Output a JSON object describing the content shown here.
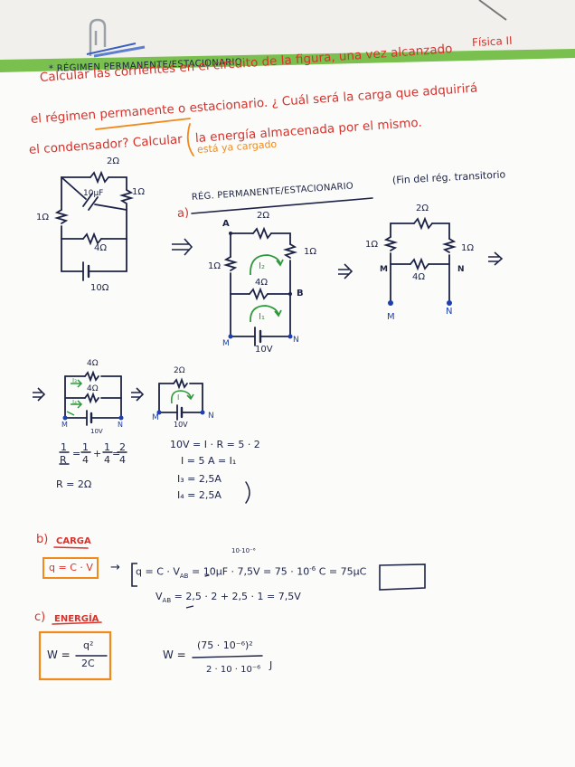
{
  "header": {
    "title": "* RÉGIMEN PERMANENTE/ESTACIONARIO",
    "subject": "Física II"
  },
  "statement": {
    "line1": "Calcular las corrientes en el circuito de la figura, una vez alcanzado",
    "line2_a": "el régimen",
    "line2_b": "permanente o estacionario",
    "line2_c": ". ¿ Cuál será la carga que adquirirá",
    "line3_a": "el condensador? Calcular",
    "line3_b": "la energía almacenada por el mismo.",
    "line4": "está ya cargado"
  },
  "original_circuit": {
    "top": "2Ω",
    "cap": "10μF",
    "right": "1Ω",
    "left": "1Ω",
    "middle": "4Ω",
    "source": "10Ω"
  },
  "part_a": {
    "label": "a)",
    "title": "RÉG. PERMANENTE/ESTACIONARIO",
    "note": "(Fin del rég. transitorio",
    "c2": {
      "top": "2Ω",
      "right": "1Ω",
      "left": "1Ω",
      "mid": "4Ω",
      "i2": "I₂",
      "i1": "I₁",
      "nodeA": "A",
      "nodeB": "B",
      "nodeM": "M",
      "nodeN": "N",
      "source": "10V"
    },
    "c3": {
      "top": "2Ω",
      "left": "1Ω",
      "right": "1Ω",
      "mid": "4Ω",
      "nodeM1": "M",
      "nodeN1": "N",
      "nodeM2": "M",
      "nodeN2": "N"
    },
    "c4": {
      "top": "4Ω",
      "mid": "4Ω",
      "i3": "I₃",
      "i4": "I₄",
      "nodeM": "M",
      "nodeN": "N",
      "source": "10V"
    },
    "c5": {
      "top": "2Ω",
      "i": "I",
      "nodeM": "M",
      "nodeN": "N",
      "source": "10V"
    }
  },
  "calc_parallel": {
    "eq1_lhs_num": "1",
    "eq1_lhs_den": "R",
    "eq1_t1_num": "1",
    "eq1_t1_den": "4",
    "eq1_t2_num": "1",
    "eq1_t2_den": "4",
    "eq1_res_num": "2",
    "eq1_res_den": "4",
    "eq2": "R = 2Ω"
  },
  "calc_currents": {
    "l1": "10V = I · R = 5 · 2",
    "l2": "I = 5 A  = I₁",
    "l3": "I₃ = 2,5A",
    "l4": "I₄ = 2,5A"
  },
  "part_b": {
    "label": "b)",
    "title": "CARGA",
    "formula": "q = C · V",
    "arrow": "→",
    "line1": "q = C · V",
    "line1_sub": "AB",
    "line1_rest": "= 10μF · 7,5V = 75 · 10",
    "line1_exp": "-6",
    "line1_end": "C =",
    "boxed": "75μC",
    "annot": "10·10⁻⁶",
    "line2": "V",
    "line2_sub": "AB",
    "line2_rest": "= 2,5 · 2 + 2,5 · 1 = 7,5V"
  },
  "part_c": {
    "label": "c)",
    "title": "ENERGÍA",
    "w": "W =",
    "w_num": "q²",
    "w_den": "2C",
    "w2": "W =",
    "w2_num": "(75 · 10⁻⁶)²",
    "w2_den": "2 · 10 · 10⁻⁶",
    "unit": "J"
  }
}
